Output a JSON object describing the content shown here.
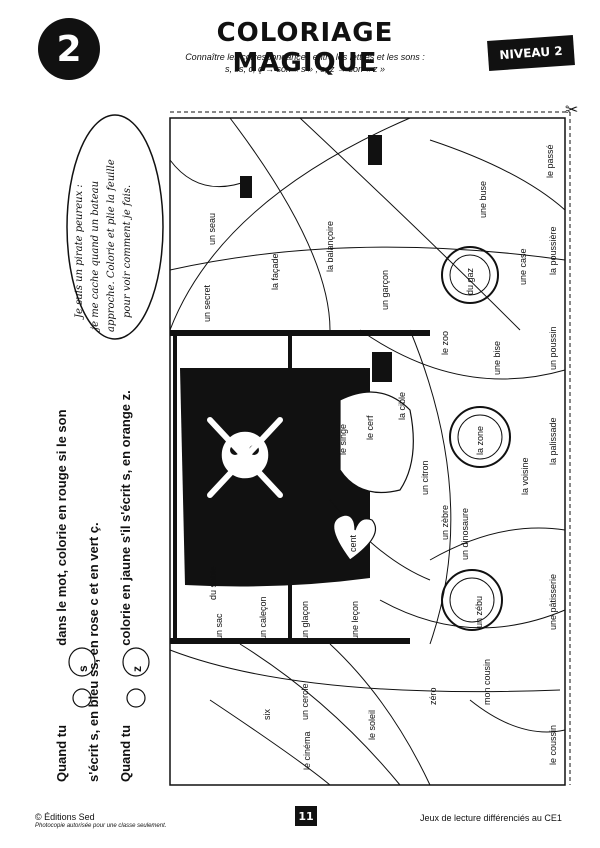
{
  "header": {
    "number": "2",
    "title": "COLORIAGE MAGIQUE",
    "subtitle": "Connaître les correspondances entre les lettres et les sons :",
    "subtitle2": "s, ss, c, ç → son « s » ;  s, z → son « z »",
    "level": "NIVEAU 2"
  },
  "instructions": {
    "line1_a": "Quand tu",
    "bubble1": "s",
    "line1_b": "dans le mot, colorie en rouge si le son",
    "line2": "s'écrit s, en bleu ss, en rose c et en vert ç.",
    "line3_a": "Quand tu",
    "bubble2": "z",
    "line3_b": "colorie en jaune s'il s'écrit s, en orange z."
  },
  "speech": {
    "l1": "Je suis un pirate peureux :",
    "l2": "je me cache quand un bateau",
    "l3": "approche. Colorie et plie la feuille",
    "l4": "pour voir comment je fais."
  },
  "words": {
    "w01": "un seau",
    "w02": "un secret",
    "w03": "la façade",
    "w04": "la balançoire",
    "w05": "un garçon",
    "w06": "du gaz",
    "w07": "une buse",
    "w08": "une case",
    "w09": "le passé",
    "w10": "la poussière",
    "w11": "le zoo",
    "w12": "une bise",
    "w13": "un poussin",
    "w14": "la zone",
    "w15": "la voisine",
    "w16": "la palissade",
    "w17": "le singe",
    "w18": "le cerf",
    "w19": "la cible",
    "w20": "un citron",
    "w21": "un zèbre",
    "w22": "un dinosaure",
    "w23": "cent",
    "w24": "du sable",
    "w25": "un sac",
    "w26": "un caleçon",
    "w27": "un glaçon",
    "w28": "une leçon",
    "w29": "un zébu",
    "w30": "une pâtisserie",
    "w31": "mon cousin",
    "w32": "six",
    "w33": "un cercle",
    "w34": "le cinéma",
    "w35": "le soleil",
    "w36": "zéro",
    "w37": "le coussin"
  },
  "footer": {
    "publisher": "© Éditions Sed",
    "note": "Photocopie autorisée pour une classe seulement.",
    "page": "11",
    "series": "Jeux de lecture différenciés au CE1"
  }
}
